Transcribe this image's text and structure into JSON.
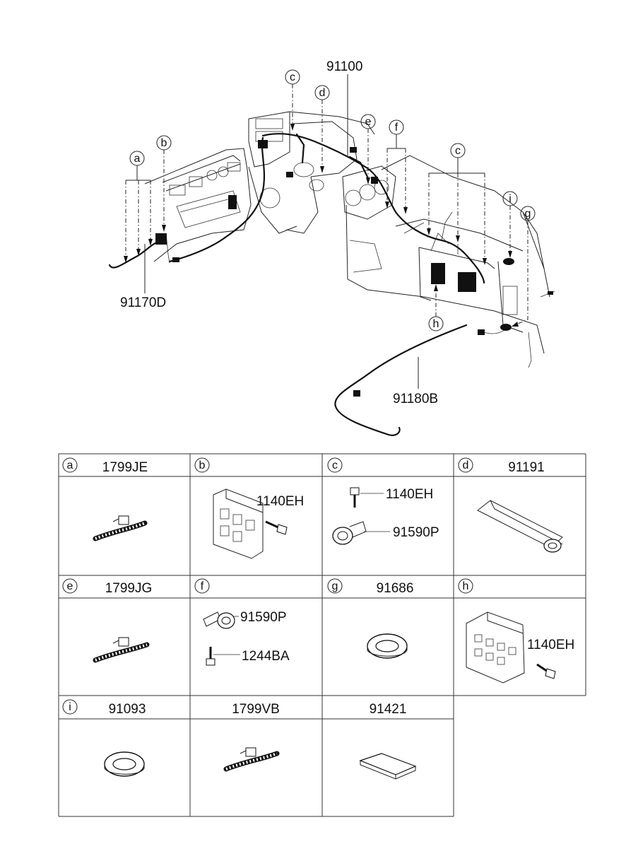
{
  "main_diagram": {
    "part_labels": {
      "harness_main": "91100",
      "harness_left": "91170D",
      "harness_floor": "91180B"
    },
    "callouts": [
      "a",
      "b",
      "c",
      "d",
      "e",
      "f",
      "c",
      "i",
      "g",
      "h"
    ]
  },
  "parts_table": {
    "cells": [
      {
        "letter": "a",
        "parts": [
          "1799JE"
        ]
      },
      {
        "letter": "b",
        "parts": [
          "1140EH"
        ]
      },
      {
        "letter": "c",
        "parts": [
          "1140EH",
          "91590P"
        ]
      },
      {
        "letter": "d",
        "parts": [
          "91191"
        ]
      },
      {
        "letter": "e",
        "parts": [
          "1799JG"
        ]
      },
      {
        "letter": "f",
        "parts": [
          "91590P",
          "1244BA"
        ]
      },
      {
        "letter": "g",
        "parts": [
          "91686"
        ]
      },
      {
        "letter": "h",
        "parts": [
          "1140EH"
        ]
      },
      {
        "letter": "i",
        "parts": [
          "91093"
        ]
      },
      {
        "letter": "",
        "parts": [
          "1799VB"
        ]
      },
      {
        "letter": "",
        "parts": [
          "91421"
        ]
      }
    ]
  }
}
